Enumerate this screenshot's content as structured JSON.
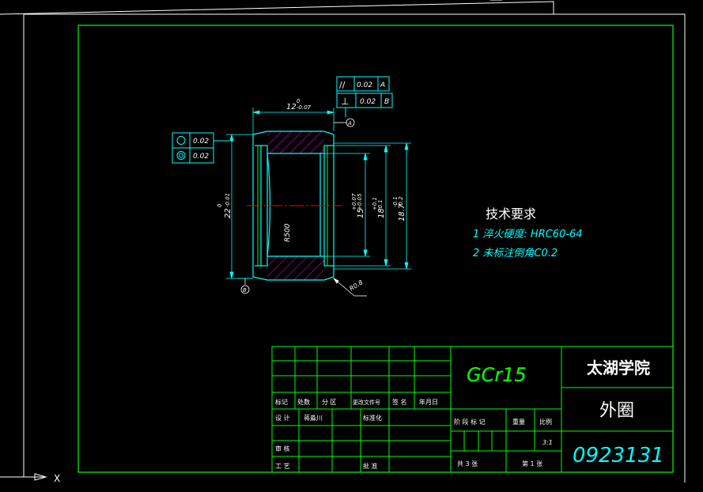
{
  "colors": {
    "background": "#000000",
    "frame": "#00ff00",
    "line": "#00ffff",
    "hatch": "#ff00ff",
    "center": "#ff0000",
    "text": "#00ffff",
    "title": "#ffffff",
    "white": "#ffffff"
  },
  "drawing": {
    "tolerance_top": {
      "parallel_symbol": "//",
      "parallel_value": "0.02",
      "parallel_datum": "A",
      "perp_symbol": "⊥",
      "perp_value": "0.02",
      "perp_datum": "B"
    },
    "tolerance_left": {
      "roundness_value": "0.02",
      "runout_value": "0.02"
    },
    "dim_width": "12",
    "dim_width_upper": "0",
    "dim_width_lower": "-0.07",
    "datum_a": "A",
    "datum_b": "B",
    "dim_left": "22",
    "dim_left_upper": "0",
    "dim_left_lower": "-0.01",
    "dim_r500": "R500",
    "dim_15": "15",
    "dim_15_upper": "+0.07",
    "dim_15_lower": "+0.05",
    "dim_18": "18",
    "dim_18_upper": "+0.1",
    "dim_18_lower": "-0.1",
    "dim_187": "18.7",
    "dim_187_upper": "-0.1",
    "dim_187_lower": "-0.2",
    "dim_r08": "R0.8"
  },
  "requirements": {
    "heading": "技术要求",
    "item1": "1 淬火硬度: HRC60-64",
    "item2": "2 未标注倒角C0.2"
  },
  "title_block": {
    "material": "GCr15",
    "school": "太湖学院",
    "part_name": "外圈",
    "drawing_no": "0923131",
    "row_labels": {
      "mark": "标记",
      "count": "处数",
      "zone": "分 区",
      "change_doc": "更改文件号",
      "signature": "签 名",
      "date": "年月日",
      "design": "设 计",
      "designer": "蒋淼川",
      "standardize": "标准化",
      "review": "审 核",
      "process": "工 艺",
      "approve": "批 准",
      "stage_mark": "阶 段 标 记",
      "weight": "重量",
      "scale": "比例",
      "scale_value": "3:1",
      "total_sheets": "共 3 张",
      "sheet_no": "第 1 张"
    }
  },
  "ucs": {
    "x_label": "X"
  }
}
